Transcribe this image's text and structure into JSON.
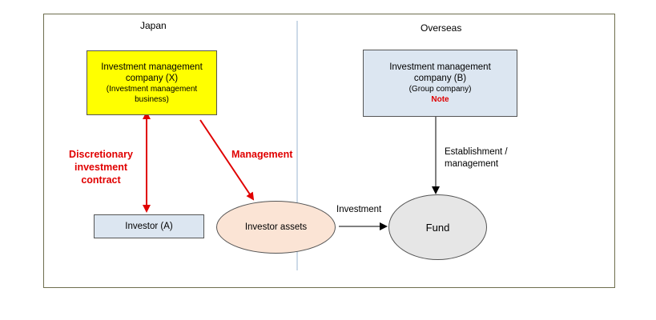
{
  "regions": {
    "left": "Japan",
    "right": "Overseas"
  },
  "company_x": {
    "line1": "Investment management",
    "line2": "company (X)",
    "sub1": "(Investment management",
    "sub2": "business)"
  },
  "company_b": {
    "line1": "Investment management",
    "line2": "company (B)",
    "sub": "(Group company)",
    "note": "Note"
  },
  "investor": "Investor (A)",
  "investor_assets": "Investor assets",
  "fund": "Fund",
  "labels": {
    "discretionary_1": "Discretionary",
    "discretionary_2": "investment",
    "discretionary_3": "contract",
    "management": "Management",
    "investment": "Investment",
    "establishment_1": "Establishment /",
    "establishment_2": "management"
  },
  "colors": {
    "company_x_fill": "#ffff00",
    "company_b_fill": "#dce6f1",
    "investor_fill": "#dce6f1",
    "assets_fill": "#fbe4d5",
    "fund_fill": "#e6e6e6",
    "accent_red": "#e00000",
    "divider": "#9bb5d0"
  }
}
